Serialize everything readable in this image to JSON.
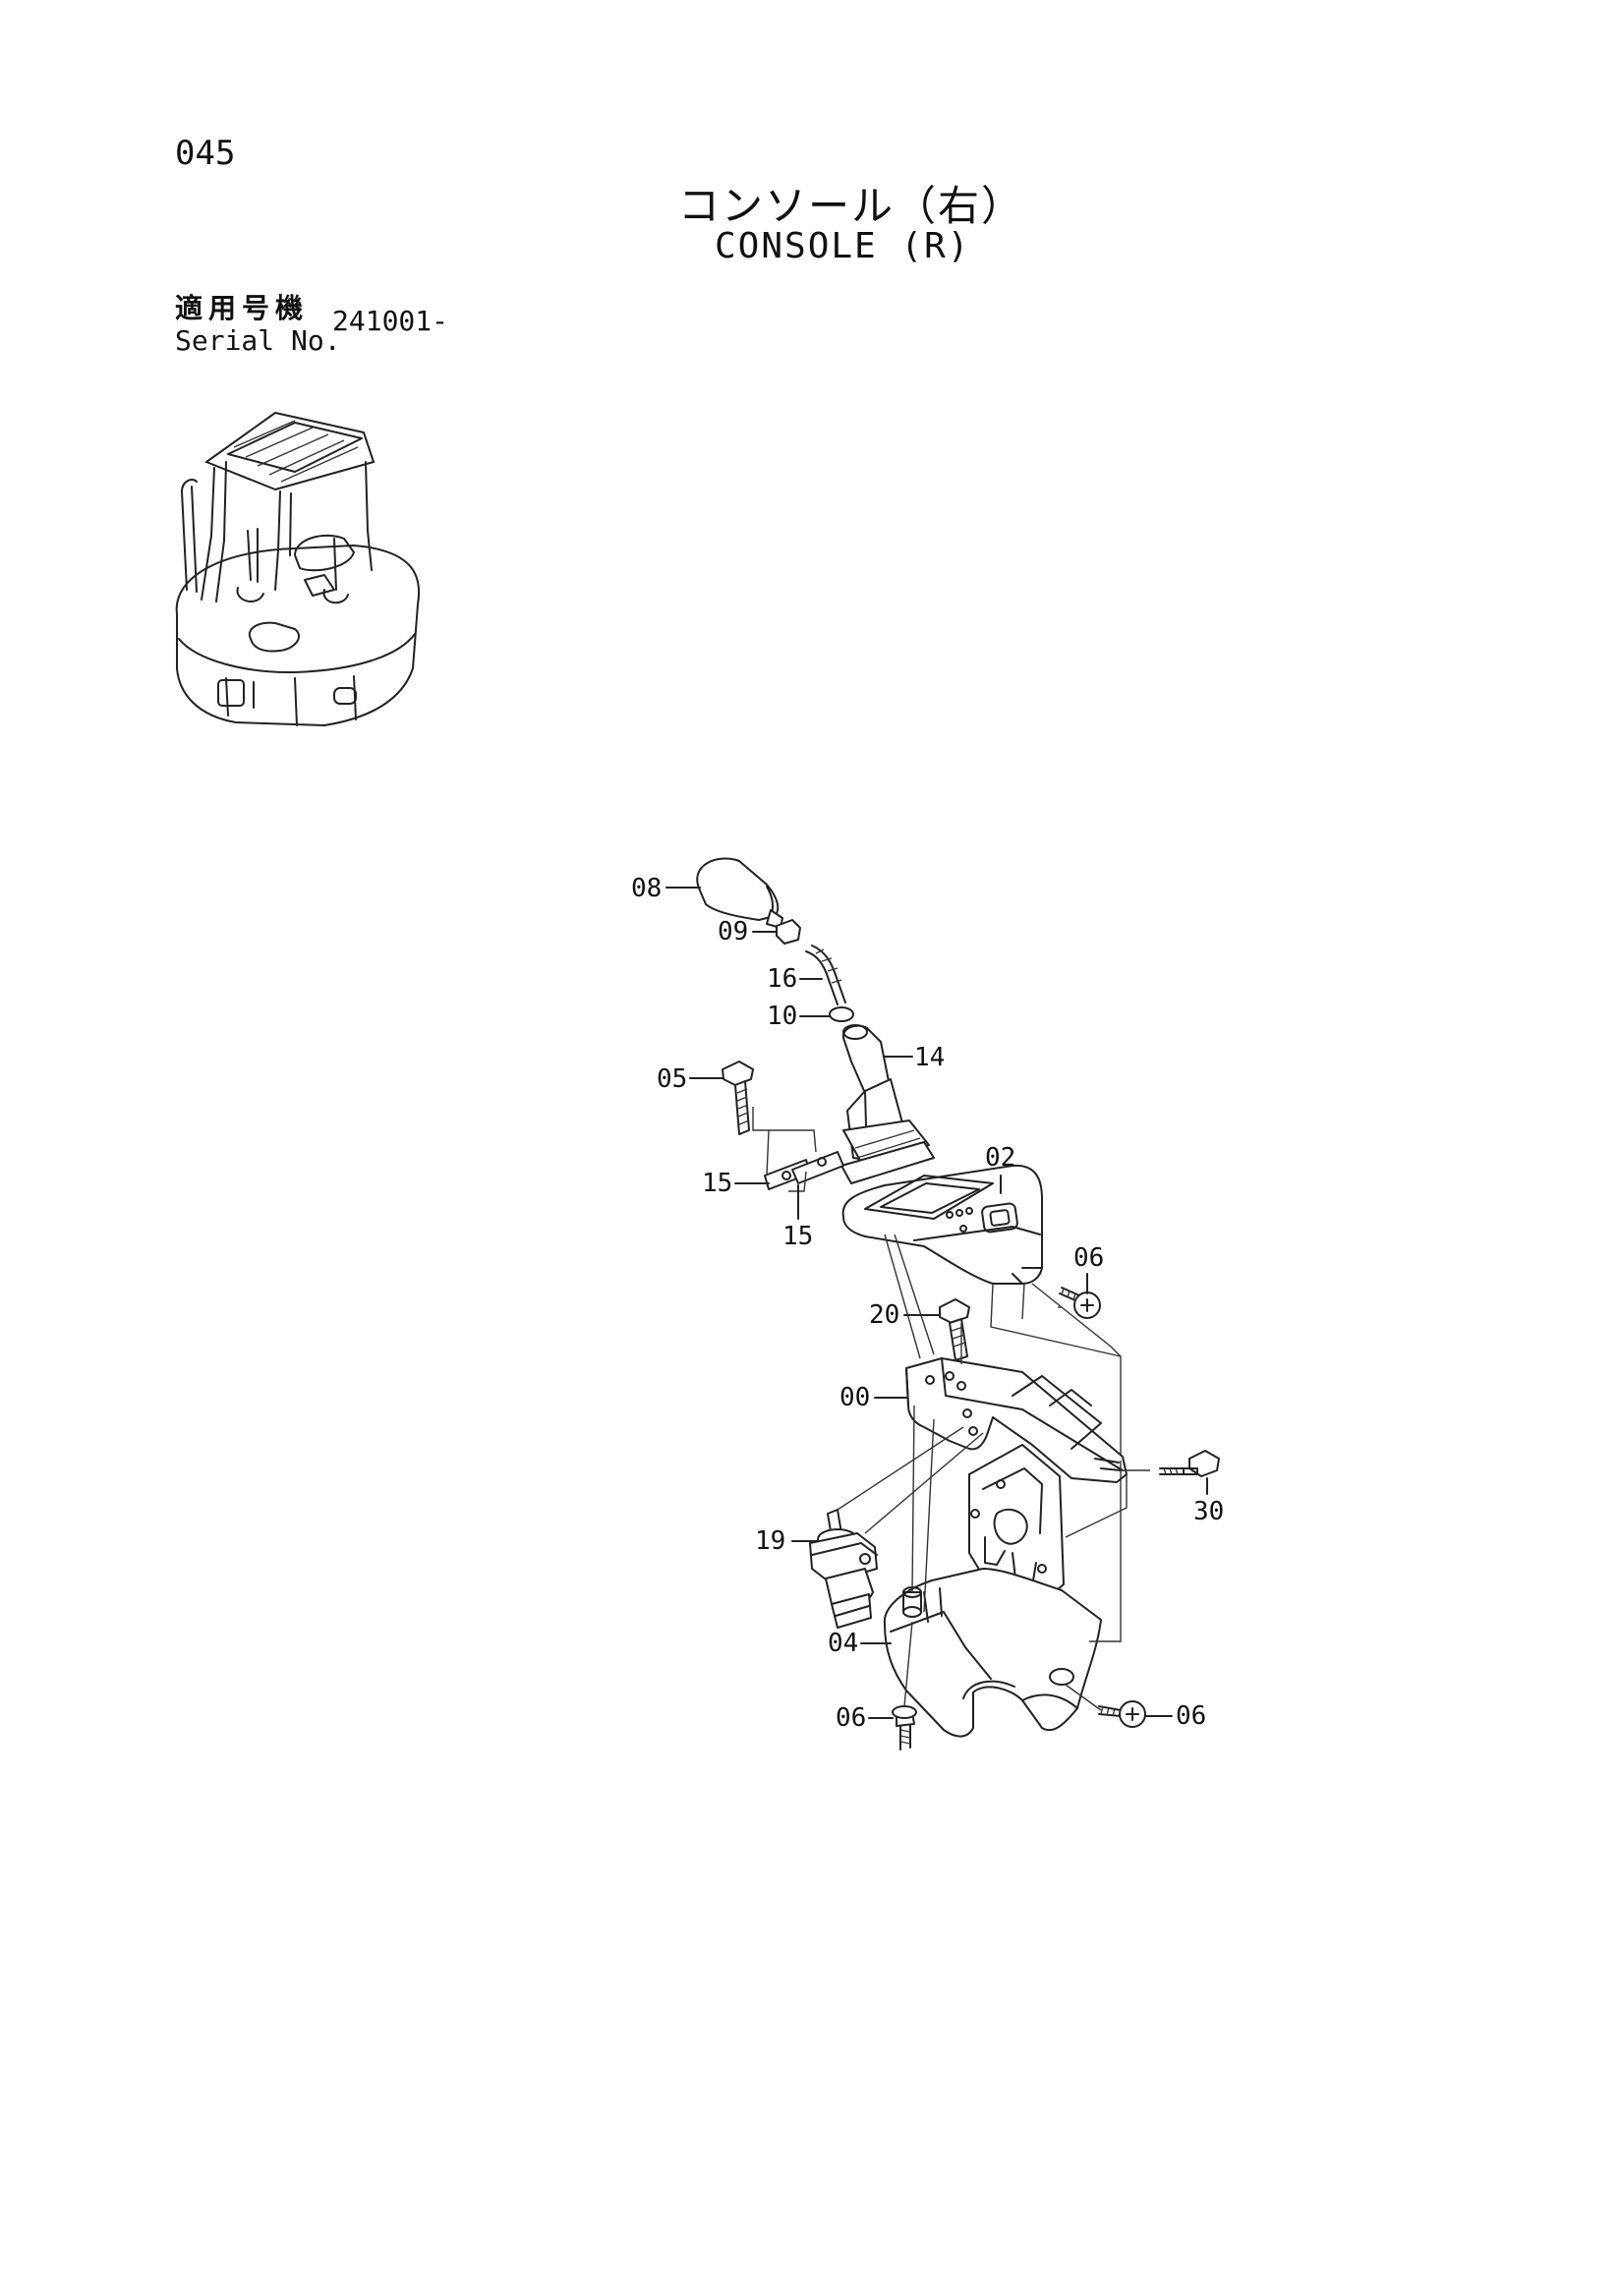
{
  "header": {
    "page_number": "045",
    "title_jp": "コンソール（右）",
    "title_en": "CONSOLE (R)",
    "serial_label_jp": "適用号機",
    "serial_label_en": "Serial No.",
    "serial_value": "241001-"
  },
  "callouts": [
    {
      "id": "c08",
      "label": "08"
    },
    {
      "id": "c09",
      "label": "09"
    },
    {
      "id": "c16",
      "label": "16"
    },
    {
      "id": "c10",
      "label": "10"
    },
    {
      "id": "c14",
      "label": "14"
    },
    {
      "id": "c05",
      "label": "05"
    },
    {
      "id": "c02",
      "label": "02"
    },
    {
      "id": "c15a",
      "label": "15"
    },
    {
      "id": "c15b",
      "label": "15"
    },
    {
      "id": "c06a",
      "label": "06"
    },
    {
      "id": "c20",
      "label": "20"
    },
    {
      "id": "c00",
      "label": "00"
    },
    {
      "id": "c30",
      "label": "30"
    },
    {
      "id": "c19",
      "label": "19"
    },
    {
      "id": "c04",
      "label": "04"
    },
    {
      "id": "c06b",
      "label": "06"
    },
    {
      "id": "c06c",
      "label": "06"
    }
  ],
  "icons": {
    "machine_thumbnail": "excavator-cab-icon"
  }
}
